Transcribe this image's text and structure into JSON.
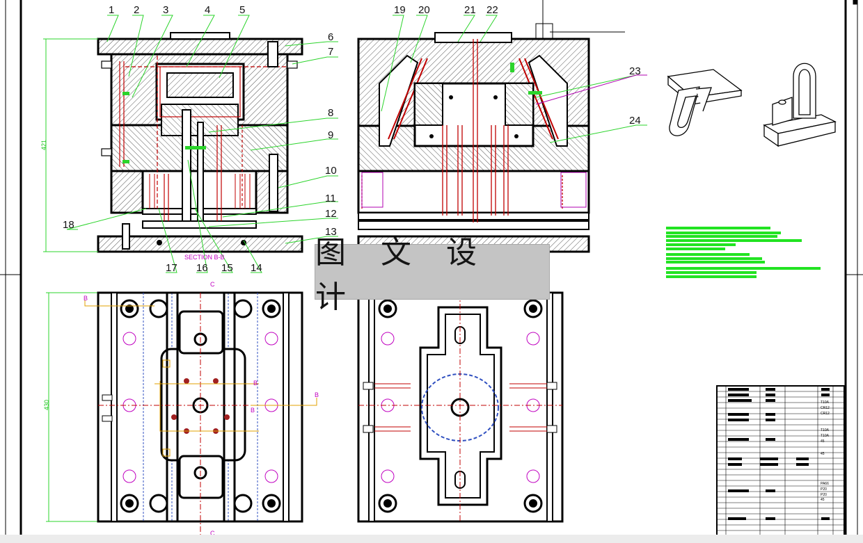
{
  "watermark": "图 文 设 计",
  "part_labels": [
    "1",
    "2",
    "3",
    "4",
    "5",
    "6",
    "7",
    "8",
    "9",
    "10",
    "11",
    "12",
    "13",
    "14",
    "15",
    "16",
    "17",
    "18",
    "19",
    "20",
    "21",
    "22",
    "23",
    "24"
  ],
  "section_label": "SECTION B-B",
  "dimensions": {
    "height_left": "421",
    "height_plan": "430"
  },
  "section_marks": {
    "b": "B",
    "c": "C"
  },
  "title_block_codes": [
    "T10A",
    "CR12",
    "CR12",
    "T10A",
    "T10A",
    "45",
    "45",
    "PA66",
    "P20",
    "P20",
    "45"
  ]
}
